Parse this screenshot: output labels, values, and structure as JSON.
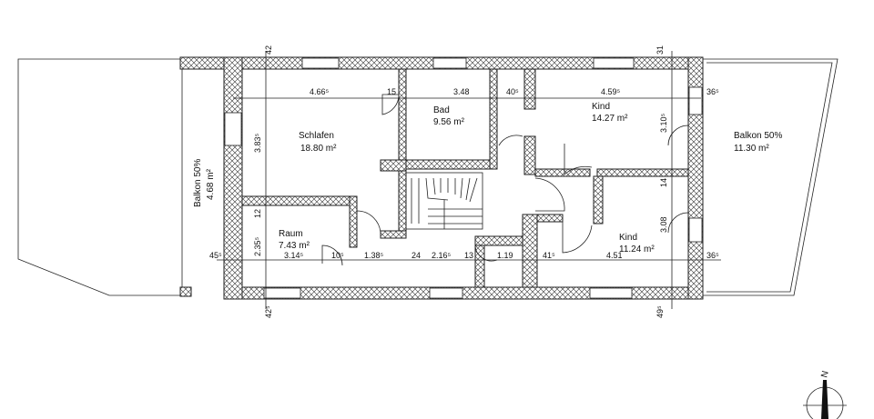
{
  "rooms": {
    "schlafen": {
      "name": "Schlafen",
      "area": "18.80 m²"
    },
    "bad": {
      "name": "Bad",
      "area": "9.56 m²"
    },
    "kind_top": {
      "name": "Kind",
      "area": "14.27 m²"
    },
    "kind_bottom": {
      "name": "Kind",
      "area": "11.24 m²"
    },
    "raum": {
      "name": "Raum",
      "area": "7.43 m²"
    },
    "balkon_left": {
      "name": "Balkon 50%",
      "area": "4.68 m²"
    },
    "balkon_right": {
      "name": "Balkon 50%",
      "area": "11.30 m²"
    }
  },
  "dimensions": {
    "top_row": [
      "4.66⁵",
      "15",
      "3.48",
      "40⁵",
      "4.59⁵",
      "36⁵"
    ],
    "bottom_row": [
      "45⁵",
      "3.14⁵",
      "10⁵",
      "1.38⁵",
      "24",
      "2.16⁵",
      "13",
      "1.19",
      "41⁵",
      "4.51",
      "36⁵"
    ],
    "vertical": [
      "3.83⁵",
      "12",
      "2.35⁵",
      "3.10⁵",
      "14",
      "3.08"
    ],
    "wall_top": [
      "42",
      "31"
    ],
    "wall_bottom": [
      "42⁵",
      "49⁵"
    ]
  },
  "compass": {
    "north_label": "N"
  }
}
